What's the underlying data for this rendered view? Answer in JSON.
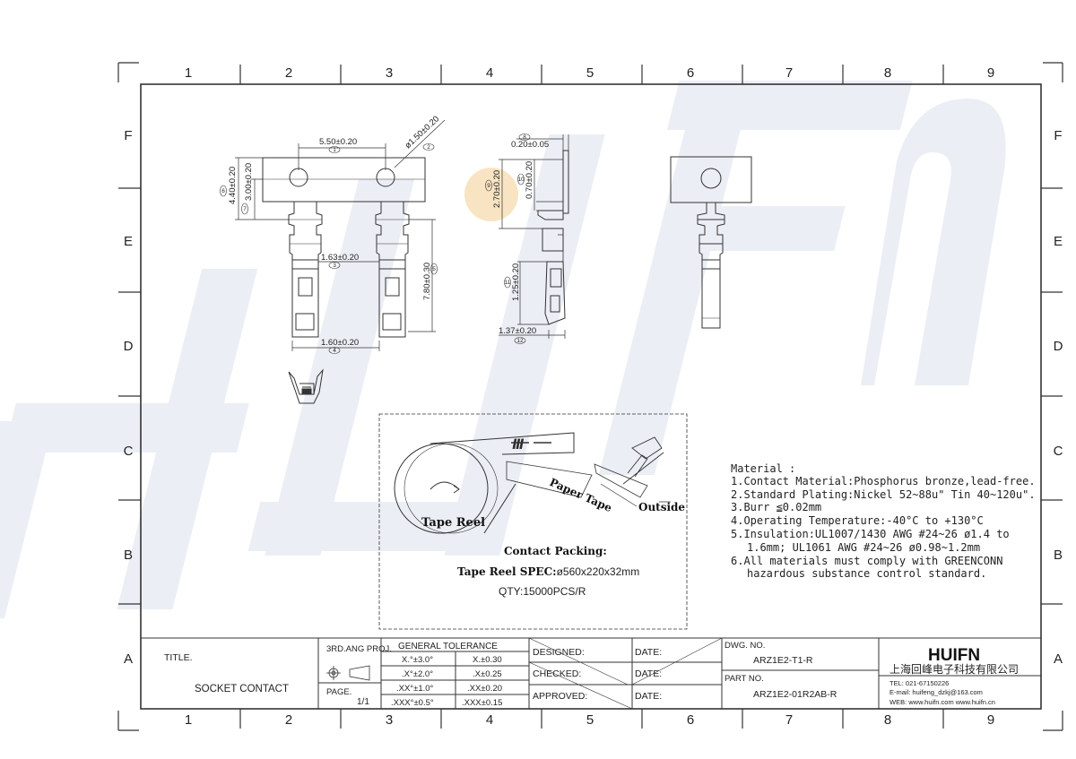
{
  "grid": {
    "columns": [
      "1",
      "2",
      "3",
      "4",
      "5",
      "6",
      "7",
      "8",
      "9"
    ],
    "rows": [
      "F",
      "E",
      "D",
      "C",
      "B",
      "A"
    ]
  },
  "watermark": "HUIFN",
  "dimensions": {
    "d1": "5.50±0.20",
    "d2": "ø1.50±0.20",
    "d3": "4.40±0.20",
    "d4": "3.00±0.20",
    "d5": "1.63±0.20",
    "d6": "7.80±0.30",
    "d7": "1.60±0.20",
    "d8": "0.20±0.05",
    "d9": "2.70±0.20",
    "d10": "0.70±0.20",
    "d11": "1.25±0.20",
    "d12": "1.37±0.20"
  },
  "balloons": {
    "b1": "1",
    "b2": "2",
    "b3": "3",
    "b4": "4",
    "b5": "5",
    "b6": "6",
    "b7": "7",
    "b8": "8",
    "b9": "9",
    "b10": "10",
    "b11": "11",
    "b12": "12"
  },
  "packing": {
    "paper_tape": "Paper Tape",
    "outside": "Outside",
    "tape_reel": "Tape Reel",
    "title": "Contact Packing:",
    "spec_label": "Tape Reel SPEC:",
    "spec_value": "ø560x220x32mm",
    "qty": "QTY:15000PCS/R"
  },
  "notes": {
    "heading": "Material :",
    "lines": [
      "1.Contact Material:Phosphorus bronze,lead-free.",
      "2.Standard Plating:Nickel 52~88u\" Tin 40~120u\".",
      "3.Burr ≦0.02mm",
      "4.Operating Temperature:-40°C to +130°C",
      "5.Insulation:UL1007/1430 AWG  #24~26 ø1.4 to",
      "1.6mm; UL1061 AWG #24~26 ø0.98~1.2mm",
      "6.All materials must comply with GREENCONN",
      "hazardous substance control standard."
    ]
  },
  "title_block": {
    "title_label": "TITLE.",
    "title_value": "SOCKET CONTACT",
    "proj_label": "3RD.ANG PROJ.",
    "page_label": "PAGE.",
    "page_value": "1/1",
    "tolerance_header": "GENERAL TOLERANCE",
    "tol": [
      [
        "X.°±3.0°",
        "X.±0.30"
      ],
      [
        ".X°±2.0°",
        ".X±0.25"
      ],
      [
        ".XX°±1.0°",
        ".XX±0.20"
      ],
      [
        ".XXX°±0.5°",
        ".XXX±0.15"
      ]
    ],
    "designed": "DESIGNED:",
    "checked": "CHECKED:",
    "approved": "APPROVED:",
    "date": "DATE:",
    "dwg_label": "DWG. NO.",
    "dwg_value": "ARZ1E2-T1-R",
    "part_label": "PART NO.",
    "part_value": "ARZ1E2-01R2AB-R",
    "logo": "HUIFN",
    "company": "上海回峰电子科技有限公司",
    "tel": "TEL: 021-67150226",
    "email": "E-mail: huifeng_dzkj@163.com",
    "web": "WEB: www.huifn.com  www.huifn.cn"
  },
  "colors": {
    "line": "#333333",
    "watermark": "#2b3f8f",
    "highlight": "#f5d9a8"
  }
}
